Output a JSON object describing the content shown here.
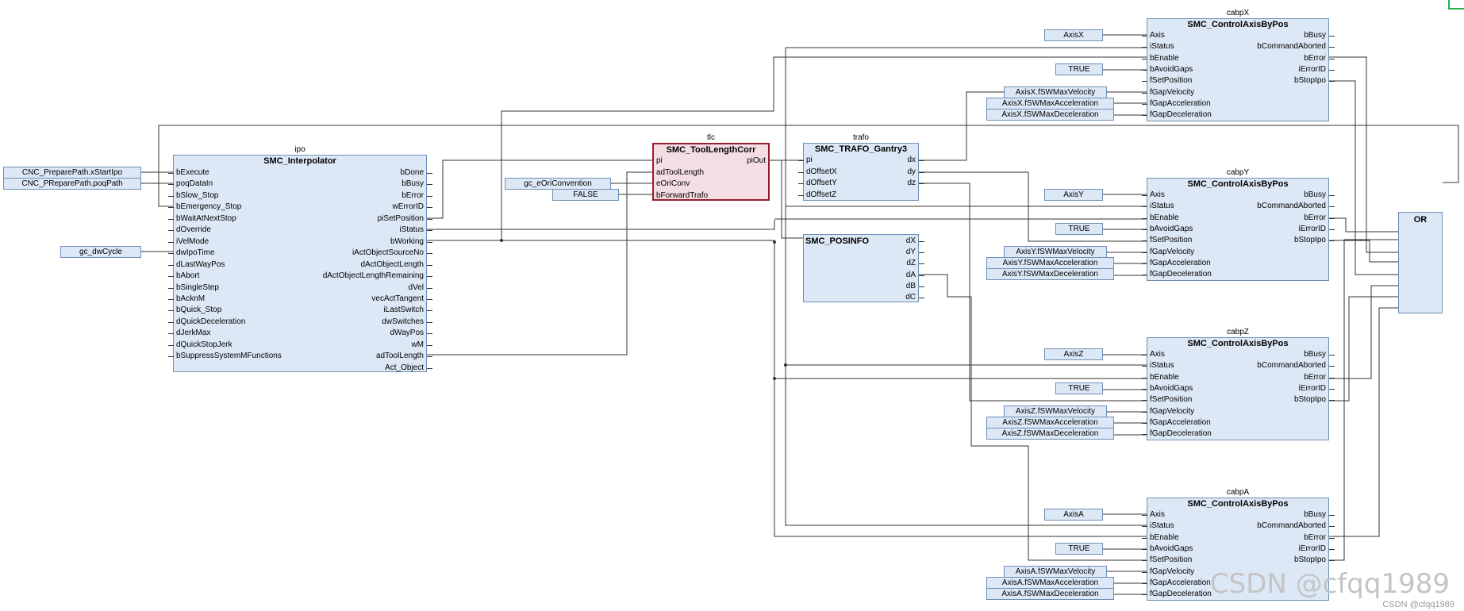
{
  "interpolator": {
    "instance": "ipo",
    "type": "SMC_Interpolator",
    "inputs": [
      "bExecute",
      "poqDataIn",
      "bSlow_Stop",
      "bEmergency_Stop",
      "bWaitAtNextStop",
      "dOverride",
      "iVelMode",
      "dwIpoTime",
      "dLastWayPos",
      "bAbort",
      "bSingleStep",
      "bAcknM",
      "bQuick_Stop",
      "dQuickDeceleration",
      "dJerkMax",
      "dQuickStopJerk",
      "bSuppressSystemMFunctions"
    ],
    "outputs": [
      "bDone",
      "bBusy",
      "bError",
      "wErrorID",
      "piSetPosition",
      "iStatus",
      "bWorking",
      "iActObjectSourceNo",
      "dActObjectLength",
      "dActObjectLengthRemaining",
      "dVel",
      "vecActTangent",
      "iLastSwitch",
      "dwSwitches",
      "dWayPos",
      "wM",
      "adToolLength",
      "Act_Object"
    ]
  },
  "toollength": {
    "instance": "tlc",
    "type": "SMC_ToolLengthCorr",
    "inputs": [
      "pi",
      "adToolLength",
      "eOriConv",
      "bForwardTrafo"
    ],
    "outputs": [
      "piOut"
    ]
  },
  "trafo": {
    "instance": "trafo",
    "type": "SMC_TRAFO_Gantry3",
    "inputs": [
      "pi",
      "dOffsetX",
      "dOffsetY",
      "dOffsetZ"
    ],
    "outputs": [
      "dx",
      "dy",
      "dz"
    ]
  },
  "posinfo": {
    "type": "SMC_POSINFO",
    "outputs": [
      "dX",
      "dY",
      "dZ",
      "dA",
      "dB",
      "dC"
    ]
  },
  "or_block": {
    "type": "OR"
  },
  "axis_blocks": [
    {
      "instance": "cabpX",
      "type": "SMC_ControlAxisByPos",
      "axis": "AxisX",
      "avoid": "TRUE",
      "vel": "AxisX.fSWMaxVelocity",
      "acc": "AxisX.fSWMaxAcceleration",
      "dec": "AxisX.fSWMaxDeceleration"
    },
    {
      "instance": "cabpY",
      "type": "SMC_ControlAxisByPos",
      "axis": "AxisY",
      "avoid": "TRUE",
      "vel": "AxisY.fSWMaxVelocity",
      "acc": "AxisY.fSWMaxAcceleration",
      "dec": "AxisY.fSWMaxDeceleration"
    },
    {
      "instance": "cabpZ",
      "type": "SMC_ControlAxisByPos",
      "axis": "AxisZ",
      "avoid": "TRUE",
      "vel": "AxisZ.fSWMaxVelocity",
      "acc": "AxisZ.fSWMaxAcceleration",
      "dec": "AxisZ.fSWMaxDeceleration"
    },
    {
      "instance": "cabpA",
      "type": "SMC_ControlAxisByPos",
      "axis": "AxisA",
      "avoid": "TRUE",
      "vel": "AxisA.fSWMaxVelocity",
      "acc": "AxisA.fSWMaxAcceleration",
      "dec": "AxisA.fSWMaxDeceleration"
    }
  ],
  "axis_pins": {
    "inputs": [
      "Axis",
      "iStatus",
      "bEnable",
      "bAvoidGaps",
      "fSetPosition",
      "fGapVelocity",
      "fGapAcceleration",
      "fGapDeceleration"
    ],
    "outputs": [
      "bBusy",
      "bCommandAborted",
      "bError",
      "iErrorID",
      "bStopIpo"
    ]
  },
  "constants": {
    "prepare_start": "CNC_PreparePath.xStartIpo",
    "prepare_poq": "CNC_PReparePath.poqPath",
    "dwcycle": "gc_dwCycle",
    "ori_conv": "gc_eOriConvention",
    "forward_trafo": "FALSE"
  },
  "watermark": {
    "main": "CSDN @cfqq1989",
    "small": "CSDN @cfqq1989"
  }
}
